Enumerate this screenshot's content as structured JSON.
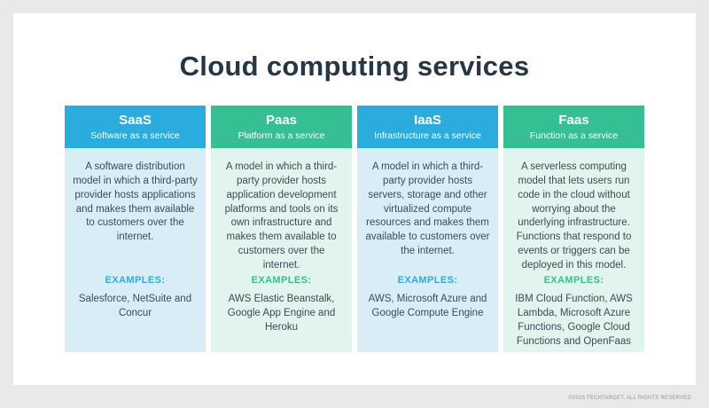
{
  "title": "Cloud computing services",
  "footer": "©2015 TECHTARGET, ALL RIGHTS RESERVED",
  "colors": {
    "blue_header": "#2bacdf",
    "blue_body": "#d9edf7",
    "green_header": "#35bf92",
    "green_body": "#e2f4ee",
    "title_text": "#253746",
    "body_text": "#3c4b55"
  },
  "columns": [
    {
      "name": "SaaS",
      "subtitle": "Software as a service",
      "description": "A software distribution model in which a third-party provider hosts applications and makes them available to customers over the internet.",
      "examples_label": "EXAMPLES:",
      "examples": "Salesforce, NetSuite and Concur",
      "theme": "blue"
    },
    {
      "name": "Paas",
      "subtitle": "Platform as a service",
      "description": "A model in which a third-party provider hosts application development platforms and tools on its own infrastructure and makes them available to customers over the internet.",
      "examples_label": "EXAMPLES:",
      "examples": "AWS Elastic Beanstalk, Google App Engine and Heroku",
      "theme": "green"
    },
    {
      "name": "IaaS",
      "subtitle": "Infrastructure as a service",
      "description": "A model in which a third-party provider hosts servers, storage and other virtualized compute resources and makes them available to customers over the internet.",
      "examples_label": "EXAMPLES:",
      "examples": "AWS, Microsoft Azure and Google Compute Engine",
      "theme": "blue"
    },
    {
      "name": "Faas",
      "subtitle": "Function as a service",
      "description": "A serverless computing model that lets users run code in the cloud without worrying about the underlying infrastructure. Functions that respond to events or triggers can be deployed in this model.",
      "examples_label": "EXAMPLES:",
      "examples": "IBM Cloud Function, AWS Lambda, Microsoft Azure Functions, Google Cloud Functions and OpenFaas",
      "theme": "green"
    }
  ]
}
